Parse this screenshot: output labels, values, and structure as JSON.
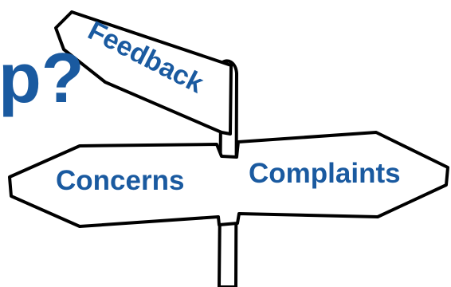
{
  "partial_question": "p?",
  "signs": {
    "feedback": "Feedback",
    "concerns": "Concerns",
    "complaints": "Complaints"
  },
  "colors": {
    "text_blue": "#1a5aa0",
    "outline": "#000000",
    "background": "#ffffff"
  }
}
